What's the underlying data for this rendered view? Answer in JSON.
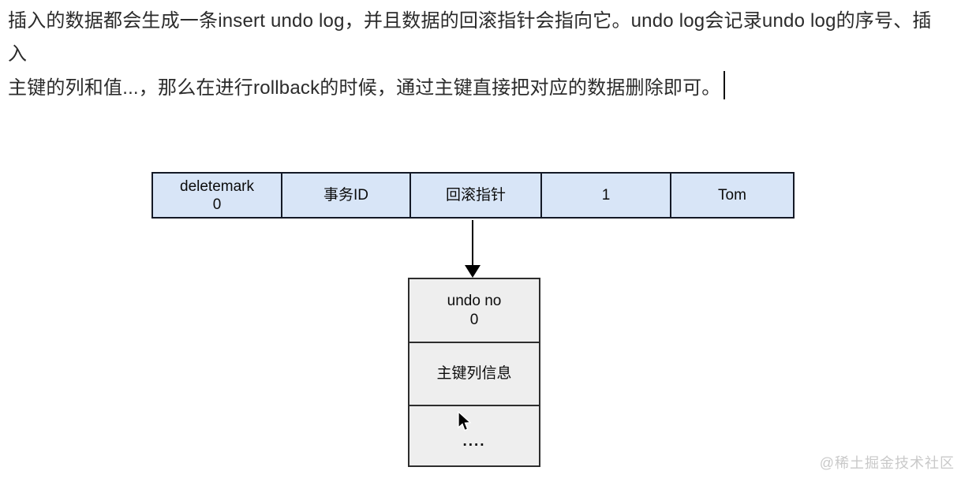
{
  "paragraph": {
    "line1": "插入的数据都会生成一条insert undo log，并且数据的回滚指针会指向它。undo log会记录undo log的序号、插入",
    "line2": "主键的列和值...，那么在进行rollback的时候，通过主键直接把对应的数据删除即可。"
  },
  "diagram": {
    "record_row_cells": [
      {
        "line1": "deletemark",
        "line2": "0"
      },
      {
        "line1": "事务ID"
      },
      {
        "line1": "回滚指针"
      },
      {
        "line1": "1"
      },
      {
        "line1": "Tom"
      }
    ],
    "undo_box_cells": [
      {
        "line1": "undo no",
        "line2": "0"
      },
      {
        "line1": "主键列信息"
      },
      {
        "line1": "...."
      }
    ],
    "colors": {
      "record_cell_fill": "#d8e5f7",
      "record_cell_border": "#141926",
      "undo_cell_fill": "#eeeeee",
      "undo_cell_border": "#2d2d2d",
      "arrow": "#000000",
      "text": "#0c0c0c"
    }
  },
  "watermark": "@稀土掘金技术社区"
}
